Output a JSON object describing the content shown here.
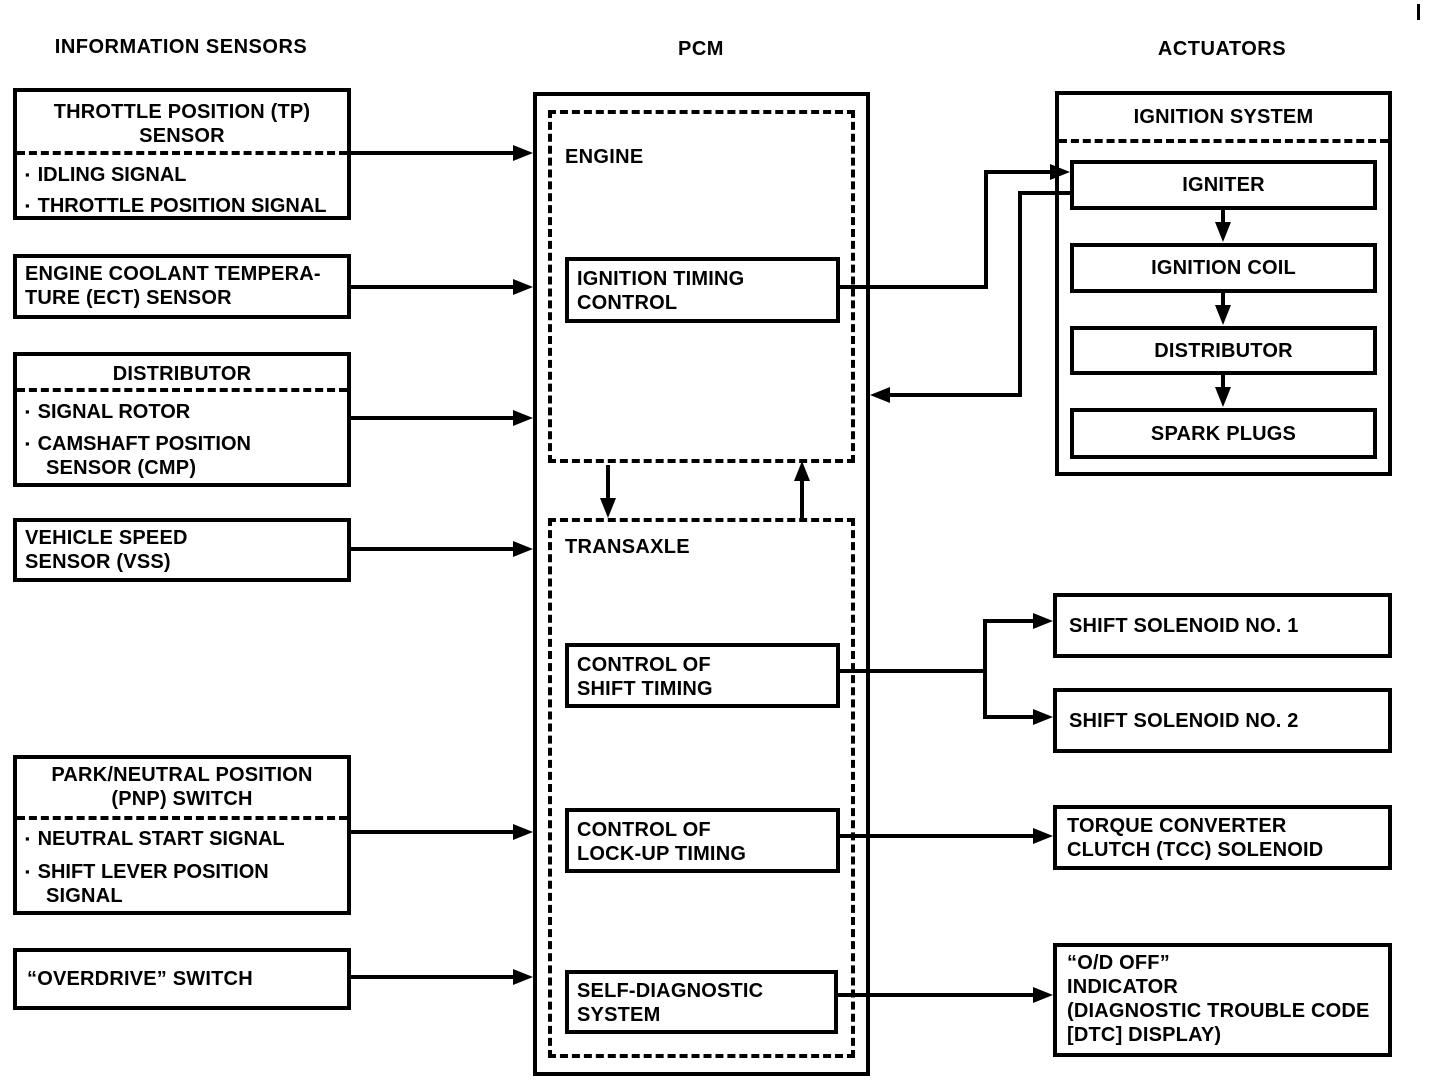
{
  "colors": {
    "ink": "#000000",
    "paper": "#ffffff"
  },
  "headers": {
    "sensors": "INFORMATION SENSORS",
    "pcm": "PCM",
    "actuators": "ACTUATORS"
  },
  "sensors": {
    "tp": {
      "title": [
        "THROTTLE POSITION (TP)",
        "SENSOR"
      ],
      "bullets": [
        "IDLING SIGNAL",
        "THROTTLE POSITION SIGNAL"
      ]
    },
    "ect": {
      "lines": [
        "ENGINE COOLANT TEMPERA-",
        "TURE (ECT) SENSOR"
      ]
    },
    "distributor": {
      "title": "DISTRIBUTOR",
      "bullets": [
        "SIGNAL ROTOR",
        "CAMSHAFT POSITION"
      ],
      "bullet2_cont": "SENSOR (CMP)"
    },
    "vss": {
      "lines": [
        "VEHICLE SPEED",
        "SENSOR (VSS)"
      ]
    },
    "pnp": {
      "title": [
        "PARK/NEUTRAL POSITION",
        "(PNP) SWITCH"
      ],
      "bullets": [
        "NEUTRAL START SIGNAL",
        "SHIFT LEVER POSITION"
      ],
      "bullet2_cont": "SIGNAL"
    },
    "overdrive": {
      "label": "“OVERDRIVE” SWITCH"
    }
  },
  "pcm": {
    "engine_label": "ENGINE",
    "ignition_timing_control": [
      "IGNITION TIMING",
      "CONTROL"
    ],
    "transaxle_label": "TRANSAXLE",
    "control_shift_timing": [
      "CONTROL OF",
      "SHIFT TIMING"
    ],
    "control_lockup_timing": [
      "CONTROL OF",
      "LOCK-UP TIMING"
    ],
    "self_diagnostic": [
      "SELF-DIAGNOSTIC",
      "SYSTEM"
    ]
  },
  "actuators": {
    "ignition_system_title": "IGNITION SYSTEM",
    "chain": [
      "IGNITER",
      "IGNITION COIL",
      "DISTRIBUTOR",
      "SPARK PLUGS"
    ],
    "shift_solenoid_1": "SHIFT SOLENOID NO. 1",
    "shift_solenoid_2": "SHIFT SOLENOID NO. 2",
    "tcc_solenoid": [
      "TORQUE CONVERTER",
      "CLUTCH (TCC) SOLENOID"
    ],
    "od_off_indicator": [
      "“O/D OFF”",
      "INDICATOR",
      "(DIAGNOSTIC TROUBLE CODE",
      "[DTC] DISPLAY)"
    ]
  }
}
